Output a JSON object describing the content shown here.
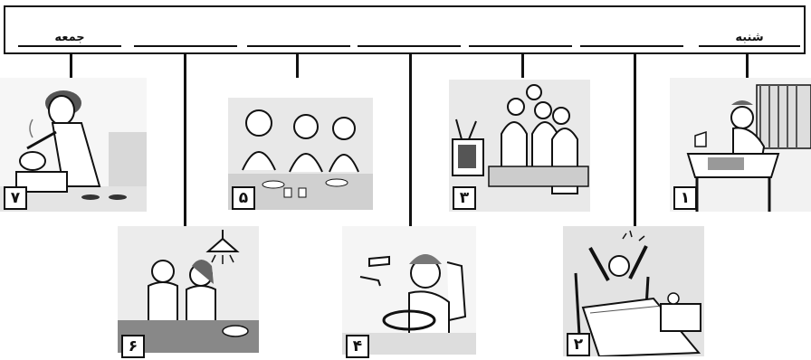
{
  "days": [
    {
      "label": "جمعه"
    },
    {
      "label": ""
    },
    {
      "label": ""
    },
    {
      "label": ""
    },
    {
      "label": ""
    },
    {
      "label": ""
    },
    {
      "label": "شنبه"
    }
  ],
  "pictures": [
    {
      "number": "۱",
      "scene": "reading-icon"
    },
    {
      "number": "۲",
      "scene": "waking-up-icon"
    },
    {
      "number": "۳",
      "scene": "watching-tv-icon"
    },
    {
      "number": "۴",
      "scene": "driving-icon"
    },
    {
      "number": "۵",
      "scene": "eating-with-friends-icon"
    },
    {
      "number": "۶",
      "scene": "couple-cooking-icon"
    },
    {
      "number": "۷",
      "scene": "cooking-icon"
    }
  ]
}
